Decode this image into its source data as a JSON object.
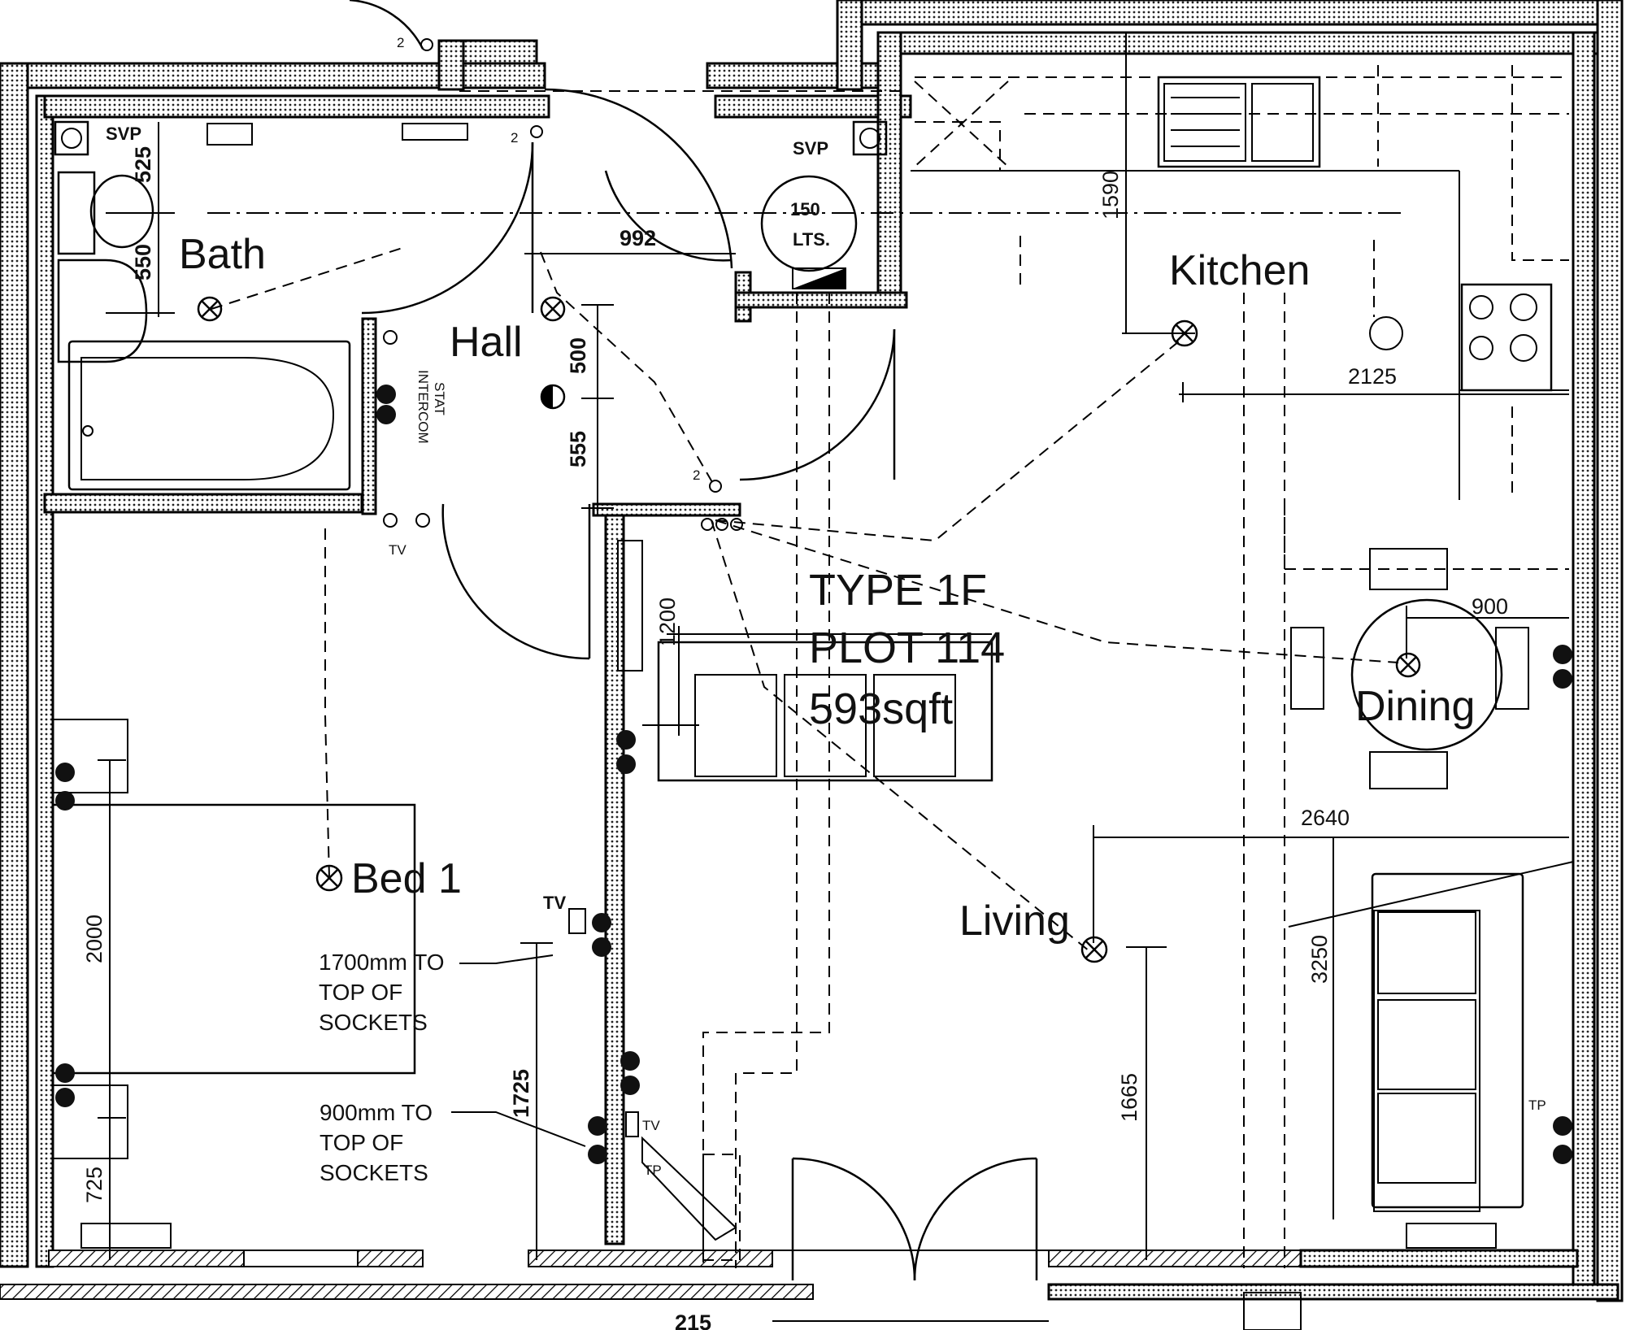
{
  "rooms": {
    "bath": "Bath",
    "hall": "Hall",
    "kitchen": "Kitchen",
    "dining": "Dining",
    "living": "Living",
    "bed1": "Bed 1"
  },
  "plan_info": {
    "type": "TYPE 1F",
    "plot": "PLOT 114",
    "area": "593sqft"
  },
  "dimensions": {
    "d525": "525",
    "d550": "550",
    "d992": "992",
    "d500": "500",
    "d555": "555",
    "d1590": "1590",
    "d2125": "2125",
    "d1200": "1200",
    "d900": "900",
    "d2640": "2640",
    "d3250": "3250",
    "d1665": "1665",
    "d2000": "2000",
    "d725": "725",
    "d1725": "1725",
    "d215": "215"
  },
  "notes": {
    "sockets_1700": [
      "1700mm TO",
      "TOP OF",
      "SOCKETS"
    ],
    "sockets_900": [
      "900mm TO",
      "TOP OF",
      "SOCKETS"
    ]
  },
  "labels": {
    "svp_left": "SVP",
    "svp_right": "SVP",
    "lts_1": "150",
    "lts_2": "LTS.",
    "intercom_1": "INTERCOM",
    "intercom_2": "STAT",
    "tv_bed": "TV",
    "tv_wall": "TV",
    "tv_living": "TV",
    "tp_living": "TP",
    "tp_right": "TP",
    "two_a": "2",
    "two_b": "2",
    "two_c": "2"
  }
}
